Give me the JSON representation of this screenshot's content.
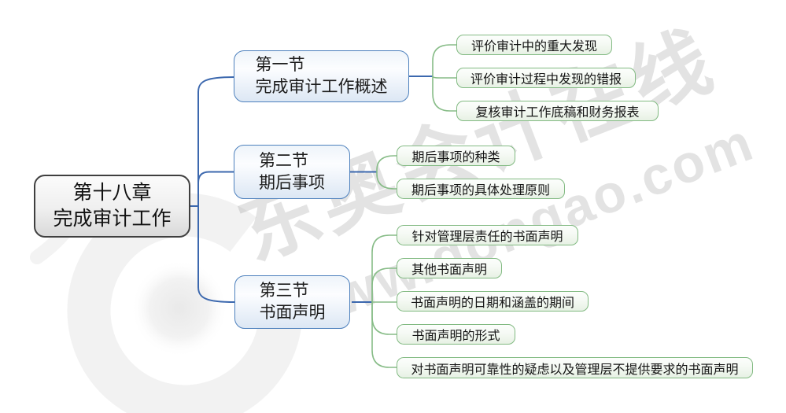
{
  "watermark": {
    "line1": "东奥会计在线",
    "line2": "www.dongao.com"
  },
  "colors": {
    "root_border": "#3f3f3f",
    "branch_border_blue": "#4e81bd",
    "leaf_border_green": "#82ba82",
    "connector_blue": "#3c68ae",
    "connector_green": "#87bc87",
    "watermark_gray": "#d9d9d9"
  },
  "mindmap": {
    "root": {
      "line1": "第十八章",
      "line2": "完成审计工作"
    },
    "branches": [
      {
        "line1": "第一节",
        "line2": "完成审计工作概述",
        "children": [
          "评价审计中的重大发现",
          "评价审计过程中发现的错报",
          "复核审计工作底稿和财务报表"
        ]
      },
      {
        "line1": "第二节",
        "line2": "期后事项",
        "children": [
          "期后事项的种类",
          "期后事项的具体处理原则"
        ]
      },
      {
        "line1": "第三节",
        "line2": "书面声明",
        "children": [
          "针对管理层责任的书面声明",
          "其他书面声明",
          "书面声明的日期和涵盖的期间",
          "书面声明的形式",
          "对书面声明可靠性的疑虑以及管理层不提供要求的书面声明"
        ]
      }
    ]
  }
}
